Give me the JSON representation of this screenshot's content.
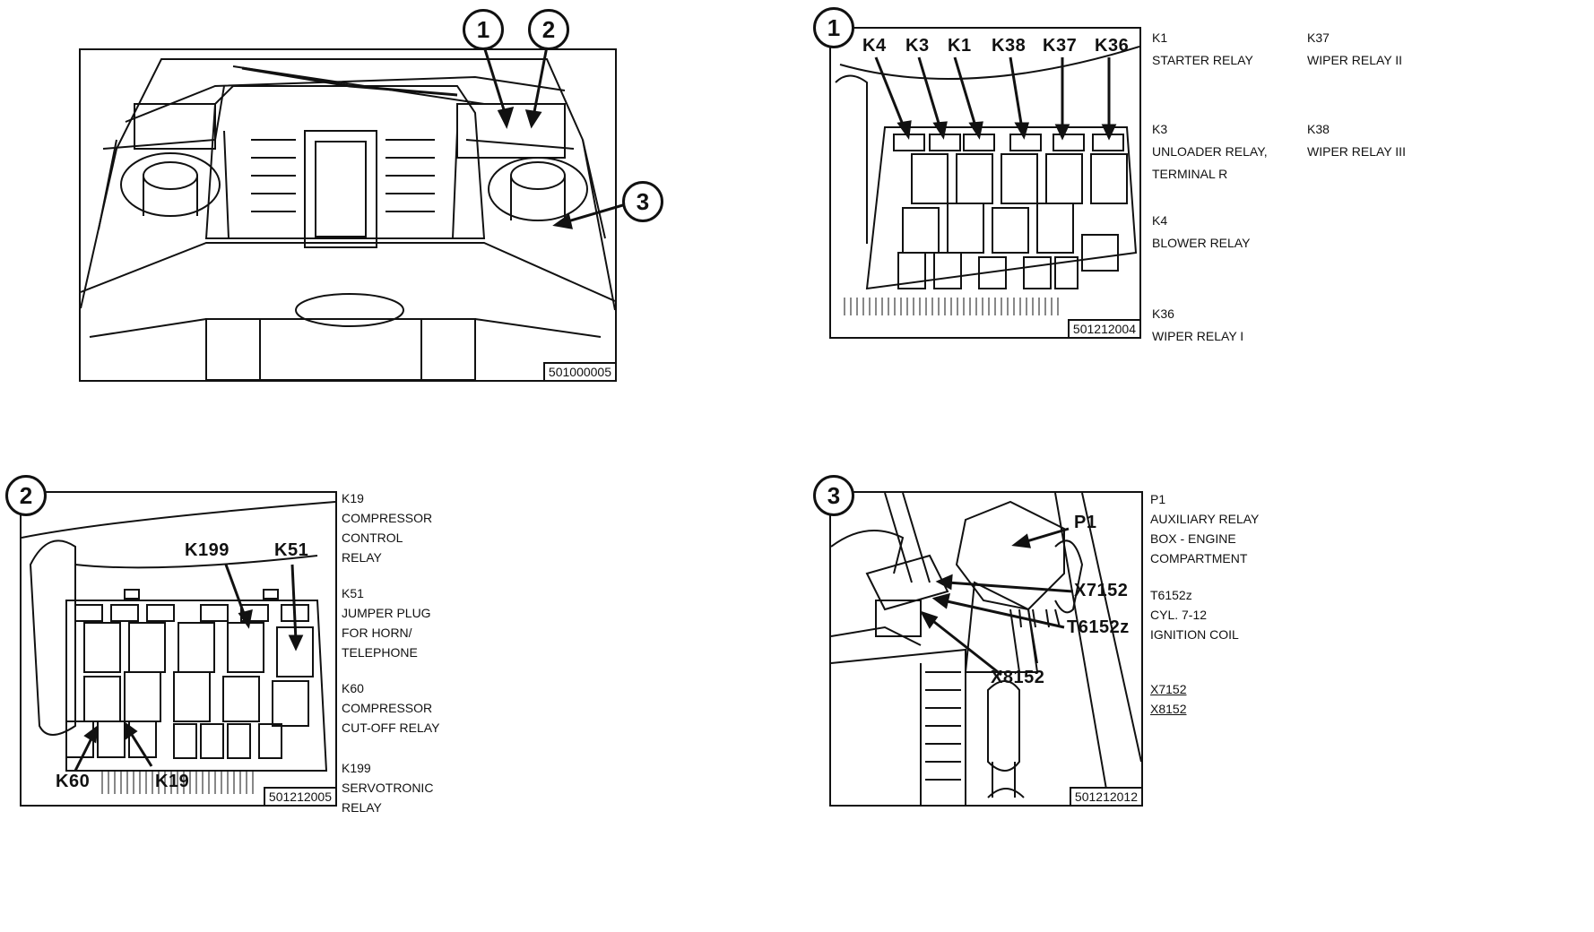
{
  "overview": {
    "figure_id": "501000005",
    "callouts": [
      "1",
      "2",
      "3"
    ]
  },
  "panel1": {
    "callout": "1",
    "figure_id": "501212004",
    "labels": [
      "K4",
      "K3",
      "K1",
      "K38",
      "K37",
      "K36"
    ],
    "legend": [
      {
        "code": "K1",
        "lines": [
          "STARTER RELAY"
        ]
      },
      {
        "code": "K37",
        "lines": [
          "WIPER RELAY II"
        ]
      },
      {
        "code": "K3",
        "lines": [
          "UNLOADER RELAY,",
          "TERMINAL R"
        ]
      },
      {
        "code": "K38",
        "lines": [
          "WIPER RELAY III"
        ]
      },
      {
        "code": "K4",
        "lines": [
          "BLOWER RELAY"
        ]
      },
      {
        "code": "K36",
        "lines": [
          "WIPER RELAY I"
        ]
      }
    ]
  },
  "panel2": {
    "callout": "2",
    "figure_id": "501212005",
    "labels": [
      "K199",
      "K51",
      "K60",
      "K19"
    ],
    "legend": [
      {
        "code": "K19",
        "lines": [
          "COMPRESSOR",
          "CONTROL",
          "RELAY"
        ]
      },
      {
        "code": "K51",
        "lines": [
          "JUMPER PLUG",
          "FOR HORN/",
          "TELEPHONE"
        ]
      },
      {
        "code": "K60",
        "lines": [
          "COMPRESSOR",
          "CUT-OFF RELAY"
        ]
      },
      {
        "code": "K199",
        "lines": [
          "SERVOTRONIC",
          "RELAY"
        ]
      }
    ]
  },
  "panel3": {
    "callout": "3",
    "figure_id": "501212012",
    "labels": [
      "P1",
      "X7152",
      "T6152z",
      "X8152"
    ],
    "legend": [
      {
        "code": "P1",
        "lines": [
          "AUXILIARY RELAY",
          "BOX - ENGINE",
          "COMPARTMENT"
        ]
      },
      {
        "code": "T6152z",
        "lines": [
          "CYL. 7-12",
          "IGNITION COIL"
        ]
      },
      {
        "code": "X7152",
        "lines": []
      },
      {
        "code": "X8152",
        "lines": []
      }
    ]
  }
}
